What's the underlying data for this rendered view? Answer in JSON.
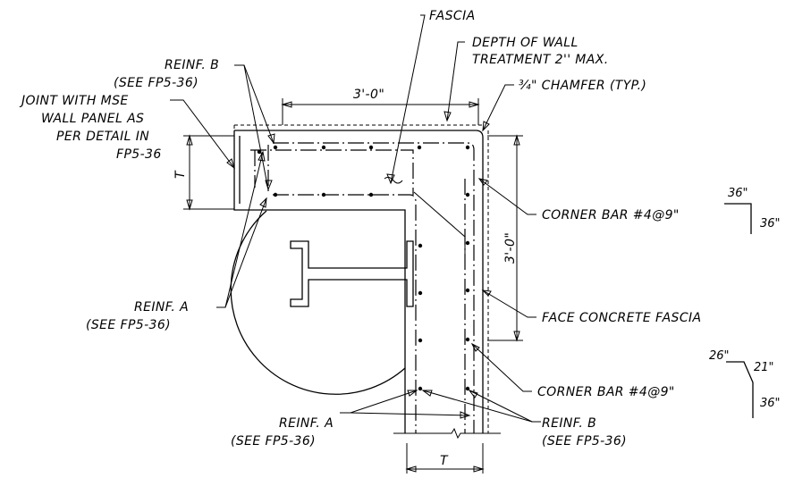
{
  "labels": {
    "fascia": "FASCIA",
    "depth_line1": "DEPTH OF WALL",
    "depth_line2": "TREATMENT 2'' MAX.",
    "reinf_b_top_1": "REINF. B",
    "reinf_b_top_2": "(SEE FP5-36)",
    "joint_1": "JOINT WITH MSE",
    "joint_2": "WALL PANEL AS",
    "joint_3": "PER DETAIL IN",
    "joint_4": "FP5-36",
    "chamfer": "¾\" CHAMFER (TYP.)",
    "dim_top": "3'-0\"",
    "dim_t_left": "T",
    "dim_right": "3'-0\"",
    "corner_bar_upper": "CORNER BAR #4@9\"",
    "face_concrete": "FACE CONCRETE FASCIA",
    "corner_bar_lower": "CORNER BAR #4@9\"",
    "reinf_a_left_1": "REINF. A",
    "reinf_a_left_2": "(SEE FP5-36)",
    "reinf_a_bottom_1": "REINF. A",
    "reinf_a_bottom_2": "(SEE FP5-36)",
    "reinf_b_bottom_1": "REINF. B",
    "reinf_b_bottom_2": "(SEE FP5-36)",
    "dim_t_bottom": "T"
  },
  "bar_upper": {
    "top": "36\"",
    "side": "36\""
  },
  "bar_lower": {
    "top_left": "26\"",
    "top_right": "21\"",
    "side": "36\""
  }
}
